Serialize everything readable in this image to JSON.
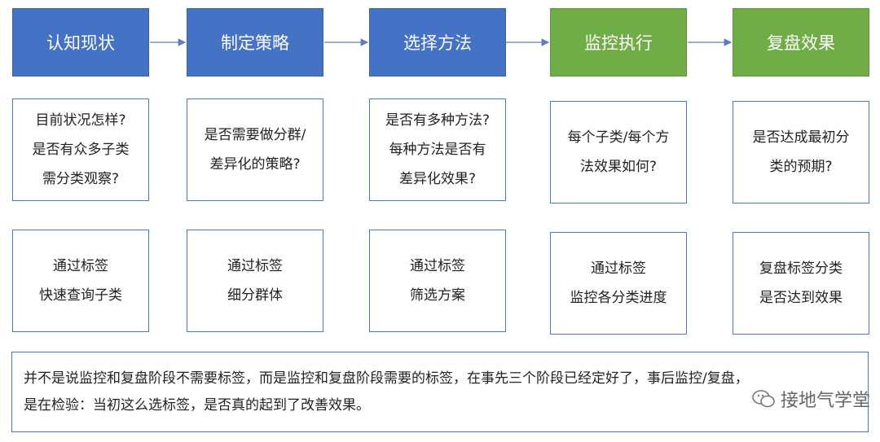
{
  "stages": [
    {
      "label": "认知现状",
      "color": "#4472c4"
    },
    {
      "label": "制定策略",
      "color": "#4472c4"
    },
    {
      "label": "选择方法",
      "color": "#4472c4"
    },
    {
      "label": "监控执行",
      "color": "#70ad47"
    },
    {
      "label": "复盘效果",
      "color": "#70ad47"
    }
  ],
  "questions": [
    [
      "目前状况怎样?",
      "是否有众多子类",
      "需分类观察?"
    ],
    [
      "是否需要做分群/",
      "差异化的策略?"
    ],
    [
      "是否有多种方法?",
      "每种方法是否有",
      "差异化效果?"
    ],
    [
      "每个子类/每个方",
      "法效果如何?"
    ],
    [
      "是否达成最初分",
      "类的预期?"
    ]
  ],
  "methods": [
    [
      "通过标签",
      "快速查询子类"
    ],
    [
      "通过标签",
      "细分群体"
    ],
    [
      "通过标签",
      "筛选方案"
    ],
    [
      "通过标签",
      "监控各分类进度"
    ],
    [
      "复盘标签分类",
      "是否达到效果"
    ]
  ],
  "note": {
    "line1": "并不是说监控和复盘阶段不需要标签，而是监控和复盘阶段需要的标签，在事先三个阶段已经定好了，事后监控/复盘，",
    "line2": "是在检验：当初这么选标签，是否真的起到了改善效果。"
  },
  "watermark": "接地气学堂",
  "colors": {
    "border": "#4a78c4",
    "arrow": "#5b7fc0"
  }
}
